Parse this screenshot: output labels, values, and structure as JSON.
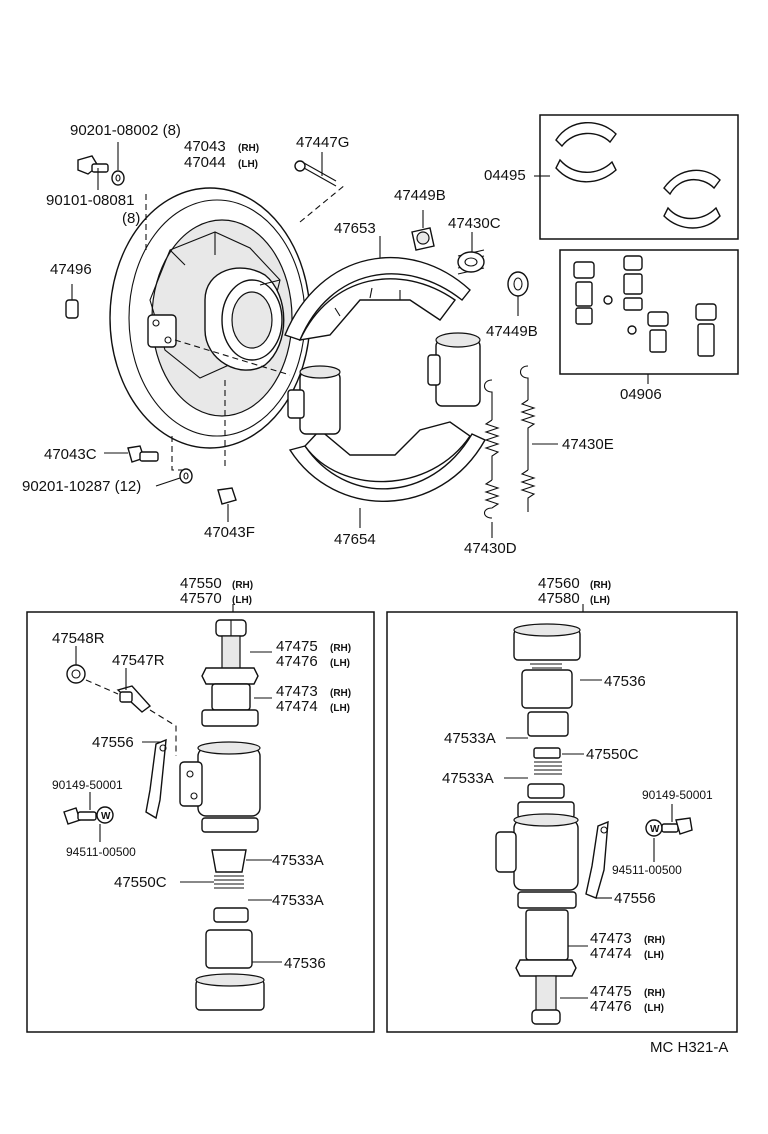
{
  "labels": {
    "p90201_08002": "90201-08002 (8)",
    "p47043": "47043",
    "p47044": "47044",
    "rh": "(RH)",
    "lh": "(LH)",
    "p47447G": "47447G",
    "p90101_08081": "90101-08081",
    "q8": "(8)",
    "p04495": "04495",
    "p47449B_a": "47449B",
    "p47653": "47653",
    "p47430C": "47430C",
    "p47496": "47496",
    "p47449B_b": "47449B",
    "p04906": "04906",
    "p47430E": "47430E",
    "p47043C": "47043C",
    "p90201_10287": "90201-10287 (12)",
    "p47043F": "47043F",
    "p47654": "47654",
    "p47430D": "47430D",
    "p47550": "47550",
    "p47570": "47570",
    "p47560": "47560",
    "p47580": "47580",
    "p47548R": "47548R",
    "p47547R": "47547R",
    "p47475_l": "47475",
    "p47476_l": "47476",
    "p47473_l": "47473",
    "p47474_l": "47474",
    "p47556_l": "47556",
    "p90149_l": "90149-50001",
    "p94511_l": "94511-00500",
    "p47533A_l1": "47533A",
    "p47550C_l": "47550C",
    "p47533A_l2": "47533A",
    "p47536_l": "47536",
    "p47536_r": "47536",
    "p47533A_r1": "47533A",
    "p47550C_r": "47550C",
    "p47533A_r2": "47533A",
    "p90149_r": "90149-50001",
    "p94511_r": "94511-00500",
    "p47556_r": "47556",
    "p47473_r": "47473",
    "p47474_r": "47474",
    "p47475_r": "47475",
    "p47476_r": "47476",
    "washer_w": "W",
    "footer": "MC H321-A"
  }
}
